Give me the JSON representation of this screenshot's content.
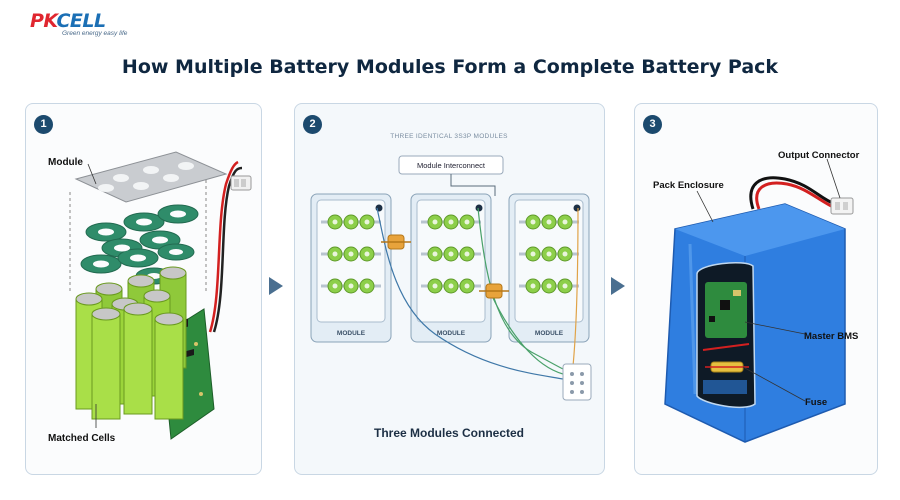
{
  "brand": {
    "logo_pk": "PK",
    "logo_cell": "CELL",
    "tagline": "Green energy easy life"
  },
  "page_title": "How Multiple Battery Modules Form a Complete Battery Pack",
  "steps": [
    {
      "number": "1",
      "labels": {
        "module": "Module",
        "cells": "Matched Cells"
      }
    },
    {
      "number": "2",
      "header": "THREE IDENTICAL 3S3P MODULES",
      "interconnect": "Module Interconnect",
      "module_label": "MODULE",
      "caption": "Three Modules Connected"
    },
    {
      "number": "3",
      "labels": {
        "output": "Output Connector",
        "enclosure": "Pack Enclosure",
        "bms": "Master BMS",
        "fuse": "Fuse"
      }
    }
  ],
  "colors": {
    "accent": "#1c4a6e",
    "cell_green": "#9bd43a",
    "pcb_green": "#2e8b3e",
    "pack_blue": "#2f7ee0",
    "connector_orange": "#e8a33b"
  }
}
